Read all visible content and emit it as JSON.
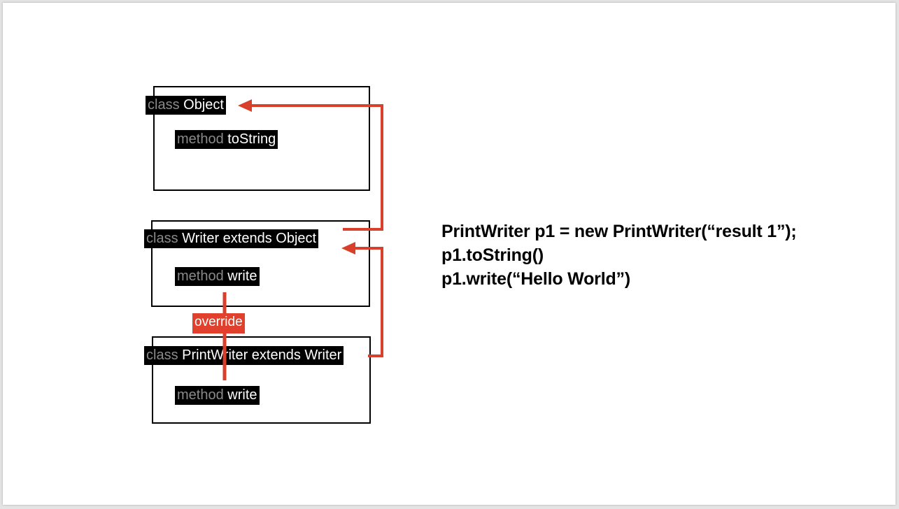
{
  "diagram": {
    "keyword_class": "class",
    "keyword_method": "method",
    "classes": [
      {
        "name": "Object",
        "method": "toString"
      },
      {
        "name": "Writer extends Object",
        "method": "write"
      },
      {
        "name": "PrintWriter extends Writer",
        "method": "write"
      }
    ],
    "override_label": "override",
    "colors": {
      "arrow": "#d9402b",
      "tag_bg": "#000000",
      "keyword": "#8a8a8a"
    }
  },
  "code": {
    "lines": [
      "PrintWriter p1 = new PrintWriter(“result 1”);",
      "p1.toString()",
      "p1.write(“Hello World”)"
    ]
  }
}
